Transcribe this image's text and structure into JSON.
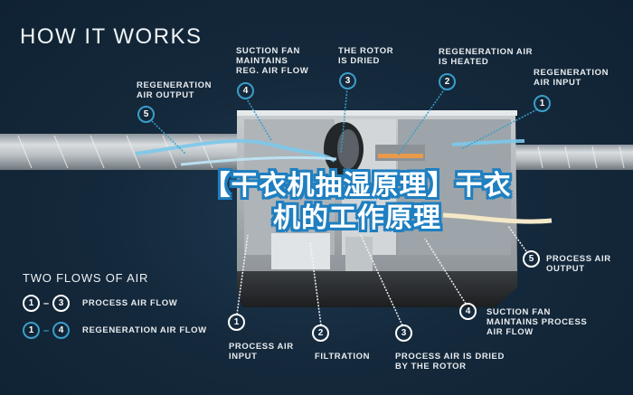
{
  "title": "HOW IT WORKS",
  "overlay_title": {
    "line1": "【干衣机抽湿原理】干衣",
    "line2": "机的工作原理"
  },
  "colors": {
    "background": "#15293c",
    "regeneration_accent": "#3a9ec9",
    "process_accent": "#ffffff",
    "overlay_outline": "#1f7fc0",
    "heater": "#e89a4a"
  },
  "regeneration_callouts": [
    {
      "num": "5",
      "text": "REGENERATION\nAIR OUTPUT"
    },
    {
      "num": "4",
      "text": "SUCTION FAN\nMAINTAINS\nREG. AIR FLOW"
    },
    {
      "num": "3",
      "text": "THE ROTOR\nIS DRIED"
    },
    {
      "num": "2",
      "text": "REGENERATION AIR\nIS HEATED"
    },
    {
      "num": "1",
      "text": "REGENERATION\nAIR INPUT"
    }
  ],
  "process_callouts": [
    {
      "num": "1",
      "text": "PROCESS AIR\nINPUT"
    },
    {
      "num": "2",
      "text": "FILTRATION"
    },
    {
      "num": "3",
      "text": "PROCESS AIR IS DRIED\nBY THE ROTOR"
    },
    {
      "num": "4",
      "text": "SUCTION FAN\nMAINTAINS PROCESS\nAIR FLOW"
    },
    {
      "num": "5",
      "text": "PROCESS AIR\nOUTPUT"
    }
  ],
  "legend": {
    "title": "TWO FLOWS OF AIR",
    "rows": [
      {
        "from": "1",
        "to": "3",
        "label": "PROCESS AIR FLOW"
      },
      {
        "from": "1",
        "to": "4",
        "label": "REGENERATION AIR FLOW"
      }
    ]
  }
}
